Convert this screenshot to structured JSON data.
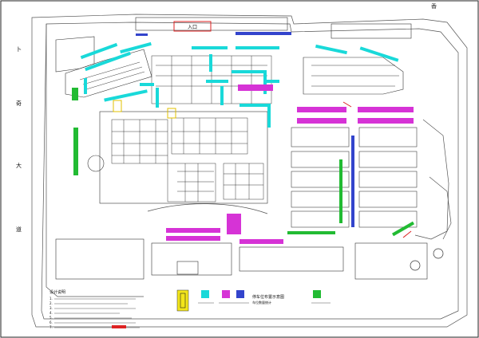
{
  "labels": {
    "top_right": "香",
    "left_1": "卜",
    "left_2": "奇",
    "left_3": "大",
    "left_4": "道",
    "gate_box": "入口",
    "legend_title": "设计说明",
    "notes": [
      "1.",
      "2.",
      "3.",
      "4.",
      "5.",
      "6.",
      "7."
    ],
    "center_caption": "停车位布置示意图",
    "center_subcaption": "车位数量统计"
  },
  "colors": {
    "cyan": "#19d9d9",
    "magenta": "#d633d6",
    "green": "#22bb33",
    "blue": "#3344cc",
    "red": "#dd2222",
    "yellow": "#f2e51a"
  }
}
